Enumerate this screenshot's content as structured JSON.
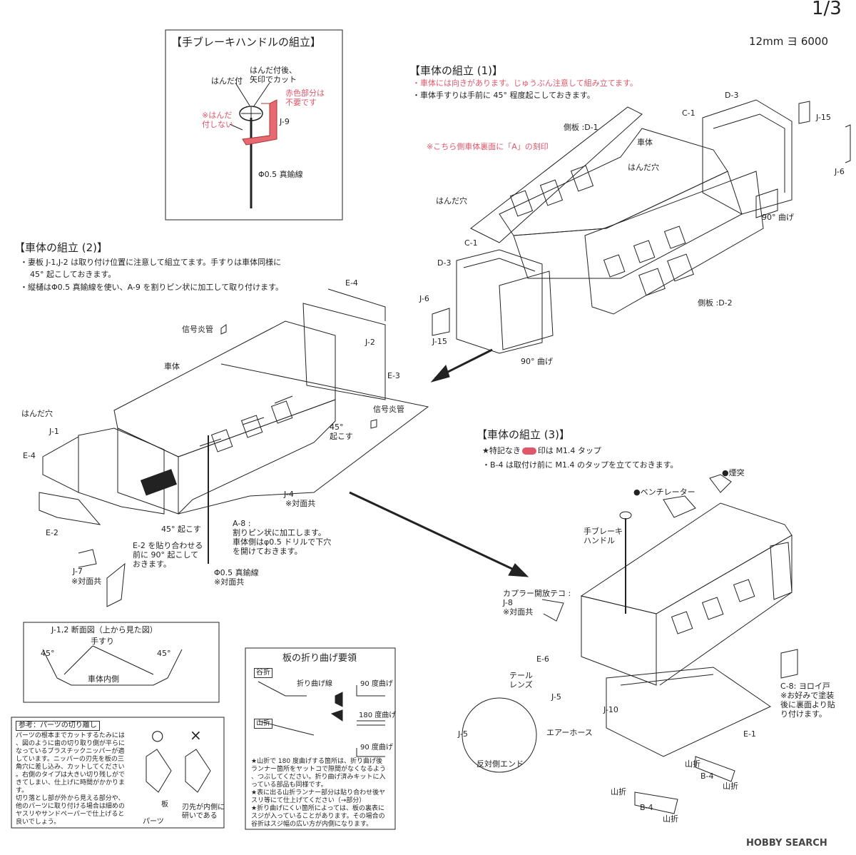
{
  "page": {
    "number": "1/3",
    "model": "12mm ヨ 6000"
  },
  "handbrake": {
    "title": "【手ブレーキハンドルの組立】",
    "solder_label": "はんだ付",
    "cut_label": "はんだ付後、\n矢印でカット",
    "red_unneeded": "赤色部分は\n不要です",
    "no_solder": "※はんだ\n付しない",
    "part": "J-9",
    "wire": "Φ0.5 真鍮線"
  },
  "body1": {
    "title": "【車体の組立 (1)】",
    "note1": "・車体には向きがあります。じゅうぶん注意して組み立てます。",
    "note2": "・車体手すりは手前に 45° 程度起こしておきます。",
    "stamp_note": "※こちら側車体裏面に「A」の刻印",
    "labels": {
      "d3_top": "D-3",
      "c1_top": "C-1",
      "side_d1": "側板 :D-1",
      "shatai": "車体",
      "j15_top": "J-15",
      "j6_top": "J-6",
      "handa_hole_r": "はんだ穴",
      "handa_hole_l": "はんだ穴",
      "bend90_r": "90° 曲げ",
      "c1_left": "C-1",
      "d3_left": "D-3",
      "j6_left": "J-6",
      "j15_left": "J-15",
      "bend90_bottom": "90° 曲げ",
      "side_d2": "側板 :D-2"
    }
  },
  "body2": {
    "title": "【車体の組立 (2)】",
    "note1": "・妻板 J-1,J-2 は取り付け位置に注意して組立てます。手すりは車体同様に",
    "note1b": "45° 起こしておきます。",
    "note2": "・縦樋はΦ0.5 真鍮線を使い、A-9 を割りピン状に加工して取り付けます。",
    "labels": {
      "e4_top": "E-4",
      "signal_top": "信号炎管",
      "j2": "J-2",
      "e3": "E-3",
      "shatai": "車体",
      "signal_right": "信号炎管",
      "deg45_r": "45°",
      "okosu_r": "起こす",
      "handa_hole": "はんだ穴",
      "j1": "J-1",
      "e4_left": "E-4",
      "j4": "J-4",
      "j4_note": "※対面共",
      "e2": "E-2",
      "deg45_l": "45° 起こす",
      "e2_note": "E-2 を貼り合わせる\n前に 90° 起こして\nおきます。",
      "a8_title": "A-8 :",
      "a8_note": "割りピン状に加工します。\n車体側はφ0.5 ドリルで下穴\nを開けておきます。",
      "j7": "J-7",
      "j7_note": "※対面共",
      "wire": "Φ0.5 真鍮線",
      "wire_note": "※対面共"
    }
  },
  "body3": {
    "title": "【車体の組立 (3)】",
    "tap_note_pre": "★特記なき",
    "tap_note_post": "印は M1.4 タップ",
    "b4_note": "・B-4 は取付け前に M1.4 のタップを立てておきます。",
    "labels": {
      "chimney": "●煙突",
      "ventilator": "●ベンチレーター",
      "handbrake": "手ブレーキ\nハンドル",
      "coupler": "カプラー開放テコ :\nJ-8\n※対面共",
      "e6": "E-6",
      "tail": "テール\nレンズ",
      "j5": "J-5",
      "j10": "J-10",
      "air_hose": "エアーホース",
      "j5_detail": "J-5",
      "opposite": "反対側エンド",
      "c8": "C-8: ヨロイ戸\n※お好みで塗装\n後に裏面より貼\nり付けます。",
      "e1": "E-1",
      "yamaori1": "山折",
      "b4a": "B-4",
      "yamaori2": "山折",
      "yamaori3": "山折",
      "b4b": "B-4",
      "yamaori4": "山折"
    }
  },
  "section_view": {
    "title": "J-1,2 断面図（上から見た図）",
    "handrail": "手すり",
    "deg_l": "45°",
    "deg_r": "45°",
    "inner": "車体内側"
  },
  "bending": {
    "title": "板の折り曲げ要領",
    "valley": "谷折",
    "fold_line": "折り曲げ線",
    "deg90a": "90 度曲げ",
    "mountain": "山折",
    "deg180": "180 度曲げ",
    "deg90b": "90 度曲げ",
    "notes": [
      "★山折で 180 度曲げする箇所は、折り曲げ後",
      "ランナー箇所をヤットコで隙間がなくなるよう",
      "、つぶしてください。折り曲げ済みキットに入",
      "っている部品も同様です。",
      "★表に出る山折ランナー部分は貼り合わせ後ヤ",
      "スリ等にて仕上げてください（→部分）",
      "★折り曲げにくい箇所によっては、板の裏表に",
      "スジが入っていることがあります。その場合の",
      "谷折はスジ幅の広い方が内側になります。"
    ]
  },
  "cutting": {
    "title": "参考：パーツの切り離し",
    "lines": [
      "パーツの根本までカットするたみには",
      "、図のように歯の切り取り側が平らに",
      "なっているプラスチックニッパーが適",
      "しています。ニッパーの刃先を板の三",
      "角穴に差し込み、カットしてください",
      "。右側のタイプは大きい切り残しがで",
      "きてしまい、仕上げに時間がかかりま",
      "す。",
      "切り落とし部が外から見える部分や、",
      "他のパーツに取り付ける場合は細めの",
      "ヤスリやサンドペーパーで仕上げると",
      "良いでしょう。"
    ],
    "good": "○",
    "bad": "×",
    "plate": "板",
    "parts": "パーツ",
    "inward": "刃先が内側に\n研いである"
  },
  "watermark": "HOBBY SEARCH",
  "colors": {
    "accent_red": "#e0566a",
    "line": "#222222"
  }
}
